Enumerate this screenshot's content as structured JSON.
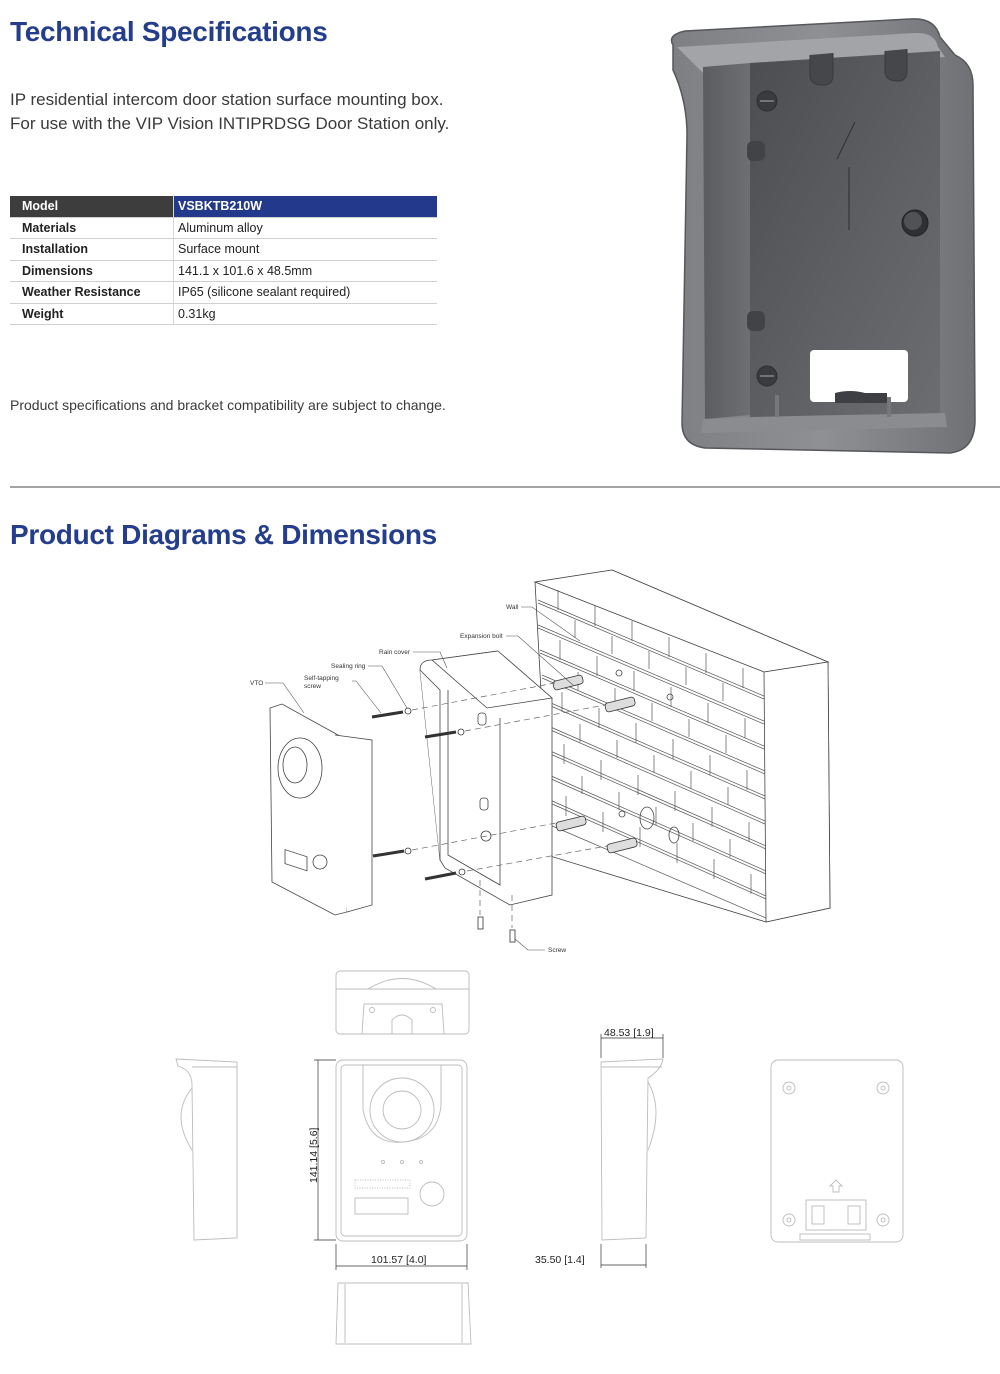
{
  "tech_specs": {
    "title": "Technical Specifications",
    "description_lines": [
      "IP residential intercom door station surface mounting box.",
      "For use with the VIP Vision INTIPRDSG Door Station only."
    ],
    "table": {
      "header": {
        "key": "Model",
        "value": "VSBKTB210W"
      },
      "rows": [
        {
          "key": "Materials",
          "value": "Aluminum alloy"
        },
        {
          "key": "Installation",
          "value": "Surface mount"
        },
        {
          "key": "Dimensions",
          "value": "141.1 x 101.6 x 48.5mm"
        },
        {
          "key": "Weather Resistance",
          "value": "IP65 (silicone sealant required)"
        },
        {
          "key": "Weight",
          "value": "0.31kg"
        }
      ],
      "colors": {
        "key_header_bg": "#3d3d3d",
        "value_header_bg": "#22398c"
      }
    },
    "note": "Product specifications and bracket compatibility are subject to change.",
    "product_image": "surface-mounting-box-photo"
  },
  "diagrams": {
    "title": "Product Diagrams & Dimensions",
    "exploded_labels": {
      "wall": "Wall",
      "expansion_bolt": "Expansion bolt",
      "rain_cover": "Rain cover",
      "sealing_ring": "Sealing ring",
      "self_tapping_screw_1": "Self-tapping",
      "self_tapping_screw_2": "screw",
      "vto": "VTO",
      "screw": "Screw"
    },
    "dimensions": {
      "height": "141.14  [5.6]",
      "width": "101.57  [4.0]",
      "depth_top": "48.53  [1.9]",
      "depth_bottom": "35.50  [1.4]"
    }
  },
  "colors": {
    "heading": "#243e8c",
    "divider": "#a3a3a3"
  }
}
